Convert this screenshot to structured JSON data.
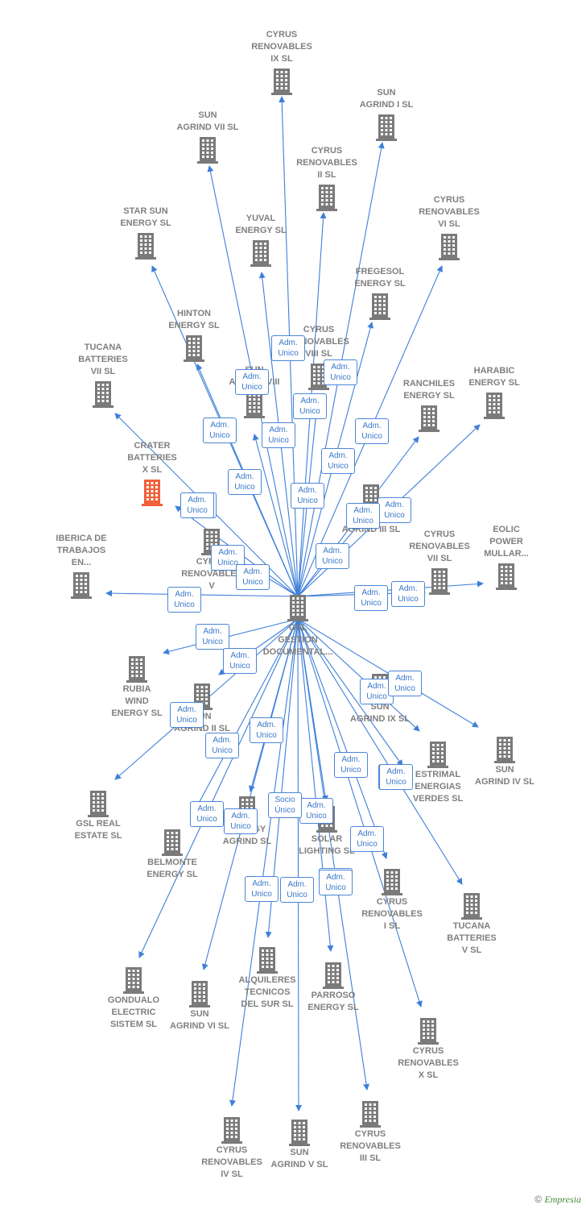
{
  "colors": {
    "edge": "#3f7fd9",
    "building": "#7a7a7a",
    "highlight": "#f0603a",
    "label": "#7f7f7f"
  },
  "center": {
    "label": "GSL\nGESTION\nDOCUMENTAL..."
  },
  "nodes": [
    {
      "id": "n1",
      "label": "CYRUS\nRENOVABLES\nIX  SL"
    },
    {
      "id": "n2",
      "label": "SUN\nAGRIND I  SL"
    },
    {
      "id": "n3",
      "label": "SUN\nAGRIND VII  SL"
    },
    {
      "id": "n4",
      "label": "CYRUS\nRENOVABLES\nII  SL"
    },
    {
      "id": "n5",
      "label": "CYRUS\nRENOVABLES\nVI  SL"
    },
    {
      "id": "n6",
      "label": "STAR SUN\nENERGY  SL"
    },
    {
      "id": "n7",
      "label": "YUVAL\nENERGY  SL"
    },
    {
      "id": "n8",
      "label": "FREGESOL\nENERGY  SL"
    },
    {
      "id": "n9",
      "label": "HINTON\nENERGY  SL"
    },
    {
      "id": "n10",
      "label": "CYRUS\nRENOVABLES\nVIII  SL"
    },
    {
      "id": "n11",
      "label": "HARABIC\nENERGY  SL"
    },
    {
      "id": "n12",
      "label": "TUCANA\nBATTERIES\nVII  SL"
    },
    {
      "id": "n13",
      "label": "SUN\nAGRIND VIII"
    },
    {
      "id": "n14",
      "label": "RANCHILES\nENERGY  SL"
    },
    {
      "id": "n15",
      "label": "CRATER\nBATTERIES\nX  SL"
    },
    {
      "id": "n16",
      "label": "SUN\nAGRIND III  SL"
    },
    {
      "id": "n17",
      "label": "CYRUS\nRENOVABLES\nV"
    },
    {
      "id": "n18",
      "label": "EOLIC\nPOWER\nMULLAR..."
    },
    {
      "id": "n19",
      "label": "IBERICA DE\nTRABAJOS\nEN..."
    },
    {
      "id": "n20",
      "label": "CYRUS\nRENOVABLES\nVII  SL"
    },
    {
      "id": "n21",
      "label": "RUBIA\nWIND\nENERGY  SL"
    },
    {
      "id": "n22",
      "label": "SUN\nAGRIND II  SL"
    },
    {
      "id": "n23",
      "label": "SUN\nAGRIND IX  SL"
    },
    {
      "id": "n24",
      "label": "SUN\nAGRIND IV  SL"
    },
    {
      "id": "n25",
      "label": "ESTRIMAL\nENERGIAS\nVERDES  SL"
    },
    {
      "id": "n26",
      "label": "GSL REAL\nESTATE  SL"
    },
    {
      "id": "n27",
      "label": "ENERGY\nAGRIND  SL"
    },
    {
      "id": "n28",
      "label": "SOLAR\nLIGHTING SL"
    },
    {
      "id": "n29",
      "label": "BELMONTE\nENERGY  SL"
    },
    {
      "id": "n30",
      "label": "CYRUS\nRENOVABLES\nI  SL"
    },
    {
      "id": "n31",
      "label": "TUCANA\nBATTERIES\nV  SL"
    },
    {
      "id": "n32",
      "label": "ALQUILERES\nTECNICOS\nDEL SUR SL"
    },
    {
      "id": "n33",
      "label": "PARROSO\nENERGY  SL"
    },
    {
      "id": "n34",
      "label": "GONDUALO\nELECTRIC\nSISTEM  SL"
    },
    {
      "id": "n35",
      "label": "SUN\nAGRIND VI  SL"
    },
    {
      "id": "n36",
      "label": "CYRUS\nRENOVABLES\nX  SL"
    },
    {
      "id": "n37",
      "label": "CYRUS\nRENOVABLES\nIV  SL"
    },
    {
      "id": "n38",
      "label": "SUN\nAGRIND V  SL"
    },
    {
      "id": "n39",
      "label": "CYRUS\nRENOVABLES\nIII  SL"
    }
  ],
  "badges": [
    "Adm.\nUnico",
    "Adm.\nUnico",
    "Adm.\nUnico",
    "Adm.\nUnico",
    "Adm.\nUnico",
    "Adm.\nUnico",
    "Adm.\nUnico",
    "Adm.\nUnico",
    "Adm.\nUnico",
    "Adm.\nUnico",
    "Adm.\nUnico",
    "Adm.\nUnico",
    "Adm.\nUnico",
    "Adm.\nUnico",
    "Adm.\nUnico",
    "Adm.\nUnico",
    "Adm.\nUnico",
    "Adm.\nUnico",
    "Adm.\nUnico",
    "Adm.\nUnico",
    "Adm.\nUnico",
    "Adm.\nUnico",
    "Adm.\nUnico",
    "Adm.\nUnico",
    "Adm.\nUnico",
    "Adm.\nUnico",
    "Adm.\nUnico",
    "Adm.\nUnico",
    "Adm.\nUnico",
    "Adm.\nUnico",
    "Adm.\nUnico",
    "Socio\nÚnico",
    "Adm.\nUnico",
    "Adm.\nUnico",
    "Adm.\nUnico",
    "Adm.\nUnico",
    "Adm.\nUnico",
    "Adm.\nUnico",
    "Adm.\nUnico"
  ],
  "footer": {
    "copyright": "©",
    "brand": "Empresia"
  }
}
